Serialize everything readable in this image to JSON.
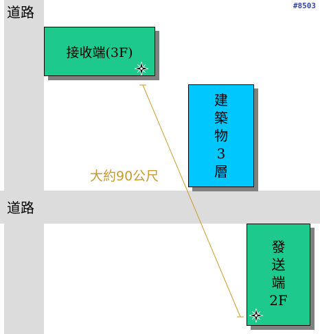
{
  "ref_id": "#8503",
  "roads": {
    "top_label": "道路",
    "middle_label": "道路"
  },
  "receiver": {
    "label": "接收端(3F)",
    "fill": "#1ec98e"
  },
  "building": {
    "chars": [
      "建",
      "築",
      "物",
      "3",
      "層"
    ],
    "fill": "#00c8ff"
  },
  "sender": {
    "chars": [
      "發",
      "送",
      "端",
      "2F"
    ],
    "fill": "#1ec98e"
  },
  "link": {
    "distance_label": "大約90公尺",
    "color": "#c89b2a"
  },
  "colors": {
    "road": "#dcdcdc",
    "shadow": "#808080"
  }
}
